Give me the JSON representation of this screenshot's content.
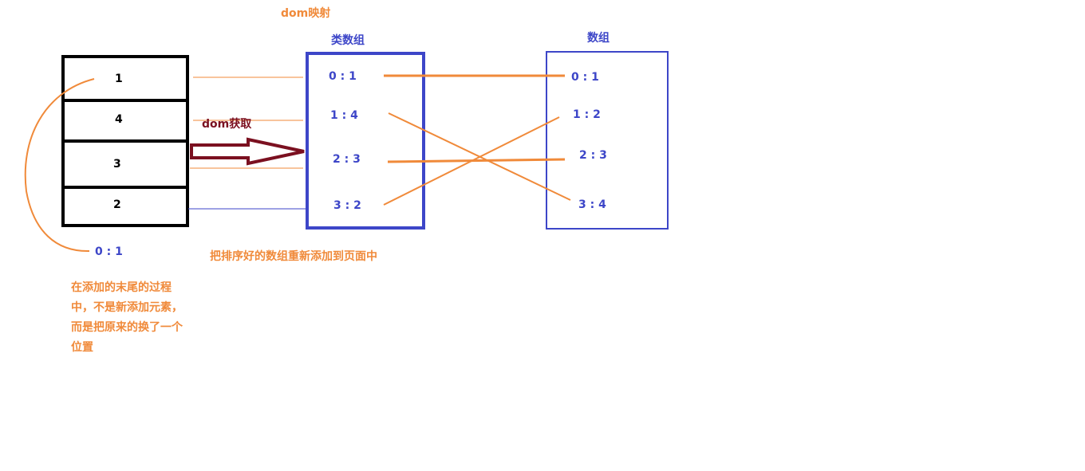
{
  "labels": {
    "dom_map": "dom映射",
    "array_like_title": "类数组",
    "array_title": "数组",
    "dom_get": "dom获取",
    "readd_caption": "把排序好的数组重新添加到页面中",
    "moved_label": "0 : 1",
    "note": "在添加的末尾的过程中，不是新添加元素，而是把原来的换了一个位置"
  },
  "dom_list": [
    "1",
    "4",
    "3",
    "2"
  ],
  "array_like": [
    "0 :  1",
    "1 : 4",
    "2  :  3",
    "3 : 2"
  ],
  "array": [
    "0 : 1",
    "1 : 2",
    "2 : 3",
    "3 : 4"
  ],
  "colors": {
    "orange": "#f08a3a",
    "blue": "#3d46c8",
    "arrow": "#7b1020",
    "black": "#000000"
  }
}
